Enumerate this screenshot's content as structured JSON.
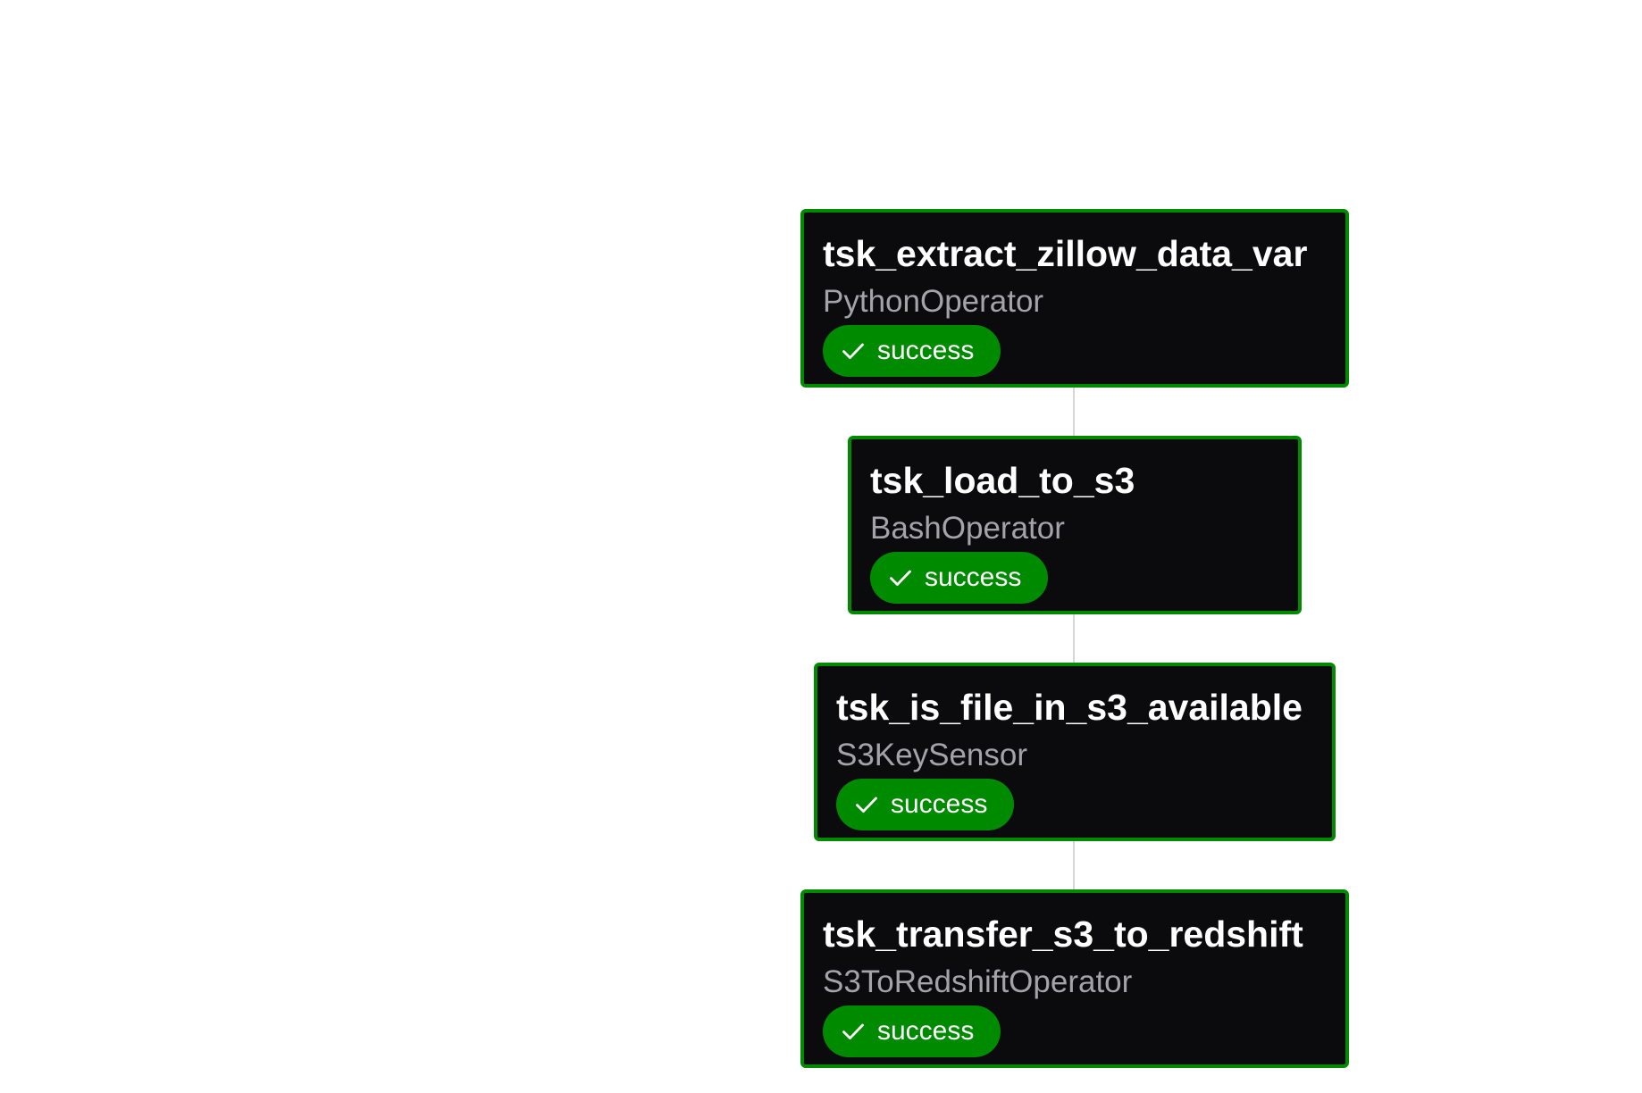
{
  "graph": {
    "tasks": [
      {
        "name": "tsk_extract_zillow_data_var",
        "operator": "PythonOperator",
        "status": "success",
        "status_icon": "check-icon"
      },
      {
        "name": "tsk_load_to_s3",
        "operator": "BashOperator",
        "status": "success",
        "status_icon": "check-icon"
      },
      {
        "name": "tsk_is_file_in_s3_available",
        "operator": "S3KeySensor",
        "status": "success",
        "status_icon": "check-icon"
      },
      {
        "name": "tsk_transfer_s3_to_redshift",
        "operator": "S3ToRedshiftOperator",
        "status": "success",
        "status_icon": "check-icon"
      }
    ]
  },
  "colors": {
    "node_background": "#0b0b0e",
    "success": "#008a00",
    "edge": "#d6d6d6",
    "operator_text": "#a3a3a8"
  }
}
